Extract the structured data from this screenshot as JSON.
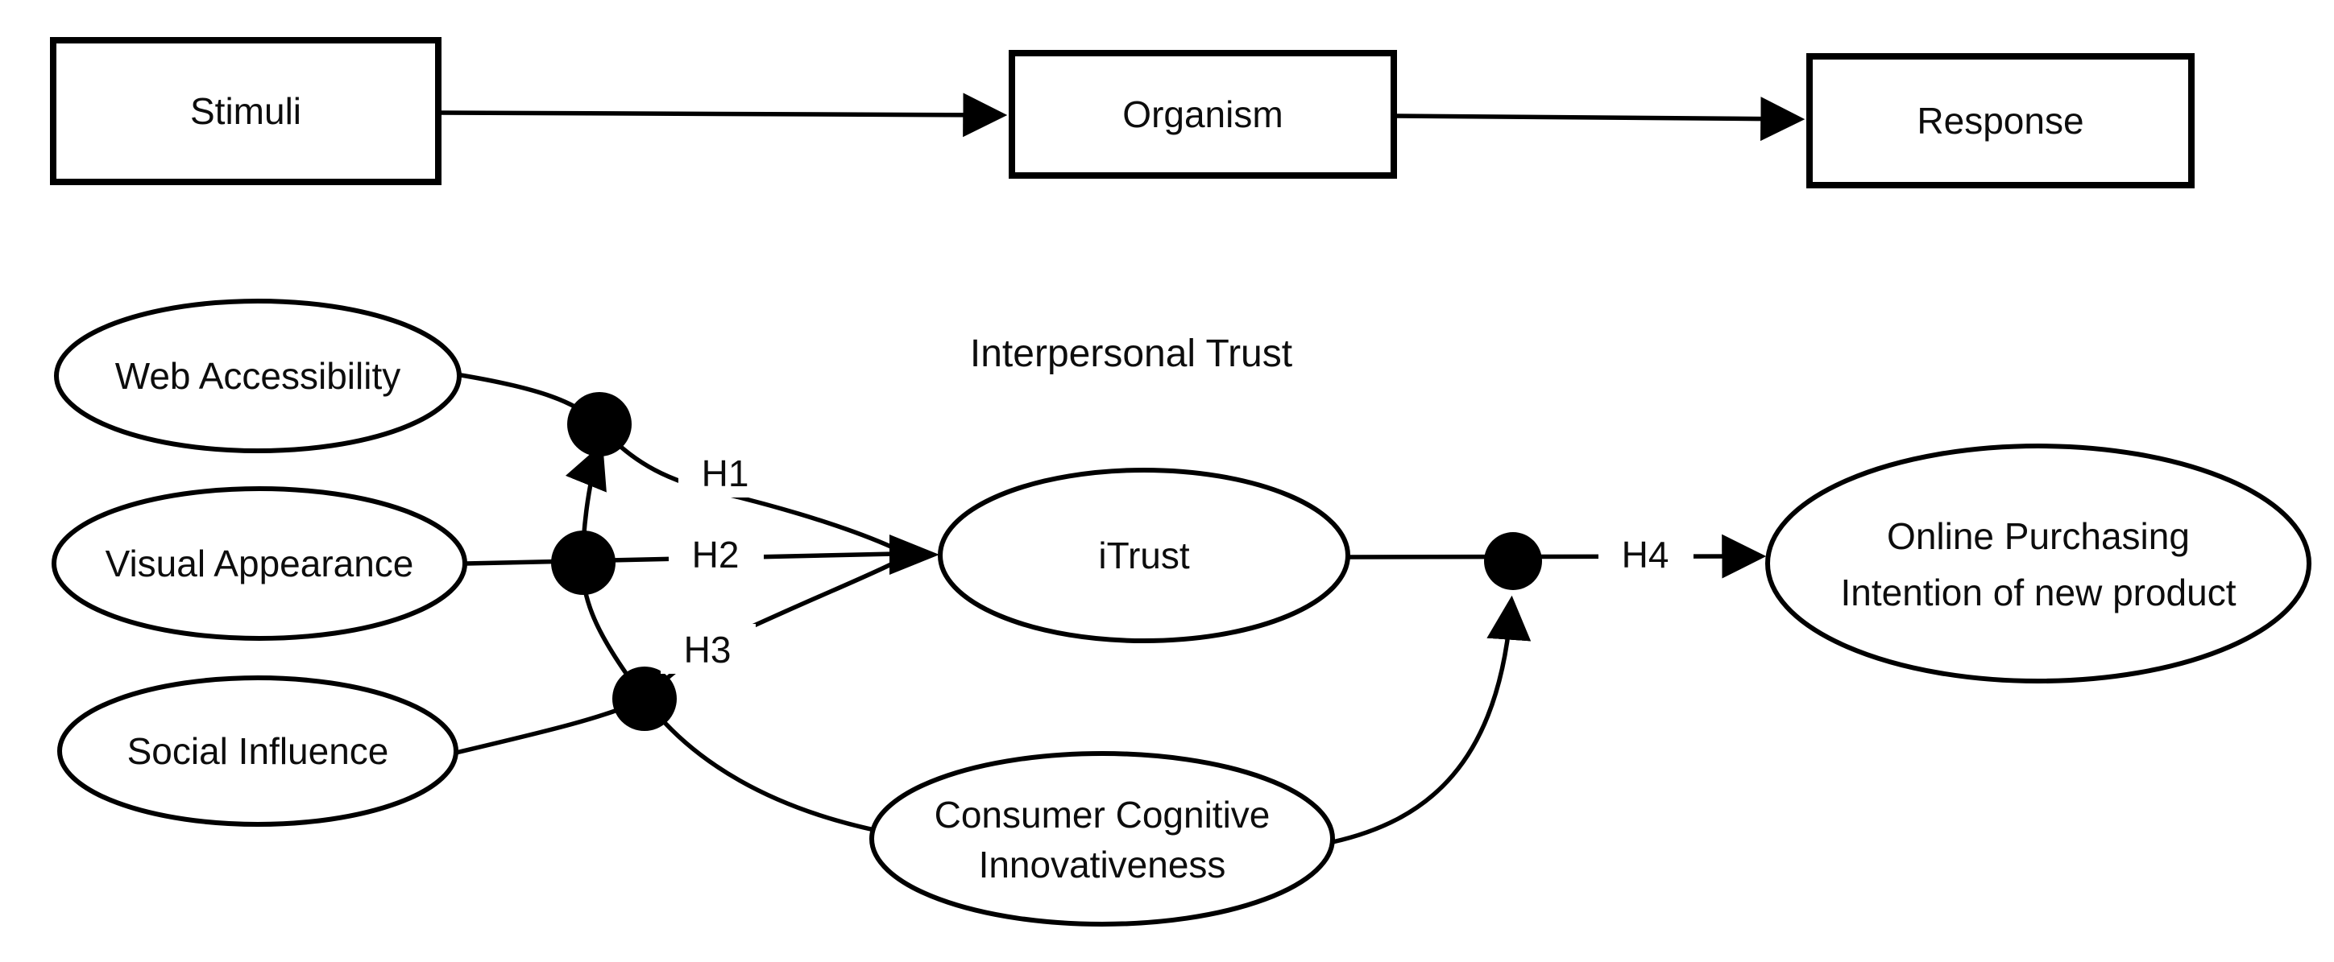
{
  "framework": {
    "stimuli": "Stimuli",
    "organism": "Organism",
    "response": "Response"
  },
  "section_label": "Interpersonal Trust",
  "constructs": {
    "web_accessibility": "Web Accessibility",
    "visual_appearance": "Visual Appearance",
    "social_influence": "Social Influence",
    "itrust": "iTrust",
    "cci_line1": "Consumer Cognitive",
    "cci_line2": "Innovativeness",
    "opi_line1": "Online Purchasing",
    "opi_line2": "Intention of new product"
  },
  "hypotheses": {
    "h1": "H1",
    "h2": "H2",
    "h3": "H3",
    "h4": "H4"
  },
  "colors": {
    "line": "#000000",
    "background": "#ffffff"
  }
}
